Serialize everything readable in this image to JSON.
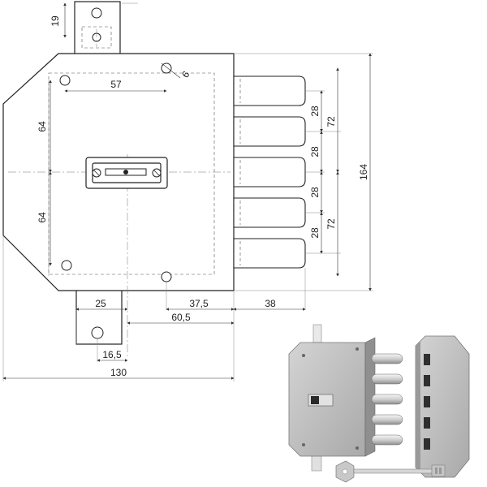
{
  "dimensions": {
    "d19": "19",
    "d6": "6",
    "d57": "57",
    "d64_top": "64",
    "d64_bottom": "64",
    "d28_1": "28",
    "d28_2": "28",
    "d28_3": "28",
    "d28_4": "28",
    "d72_top": "72",
    "d72_bottom": "72",
    "d164": "164",
    "d25": "25",
    "d37_5": "37,5",
    "d38": "38",
    "d60_5": "60,5",
    "d16_5": "16,5",
    "d130": "130"
  },
  "photo": {
    "colors": {
      "body": "#bdbdbd",
      "bolt": "#e4e4e4",
      "keyhole": "#2a2a2a"
    }
  }
}
